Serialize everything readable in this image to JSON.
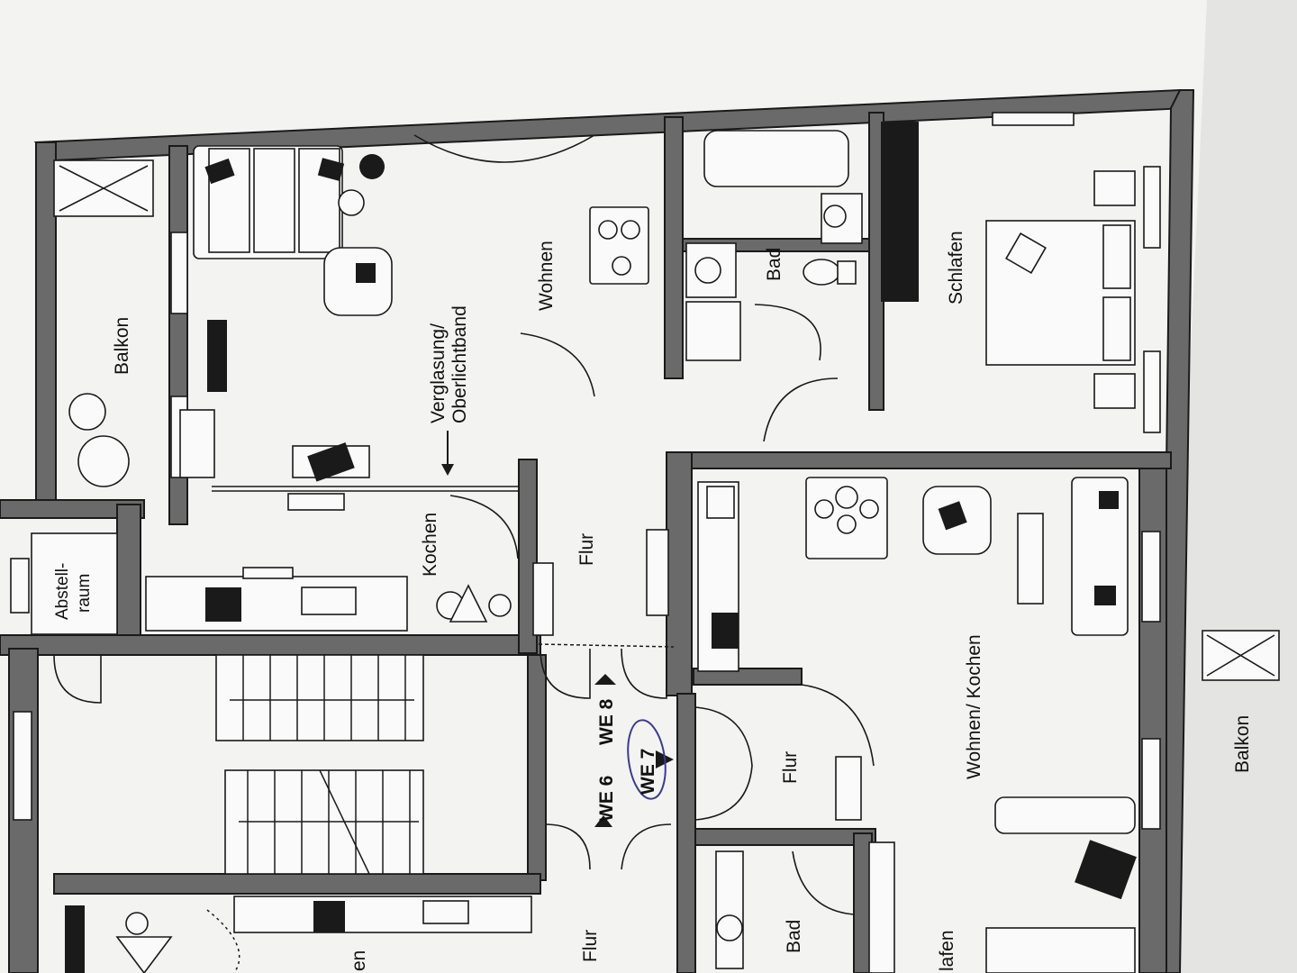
{
  "rooms": {
    "balkon_top": "Balkon",
    "wohnen": "Wohnen",
    "verglasung_line1": "Verglasung/",
    "verglasung_line2": "Oberlichtband",
    "kochen_top": "Kochen",
    "flur_top": "Flur",
    "bad_top": "Bad",
    "schlafen_top": "Schlafen",
    "abstell_line1": "Abstell-",
    "abstell_line2": "raum",
    "wohnen_kochen": "Wohnen/ Kochen",
    "flur_mid": "Flur",
    "balkon_right": "Balkon",
    "flur_bottom": "Flur",
    "bad_bottom": "Bad",
    "schlafen_bottom": "lafen",
    "kochen_bottom": "en"
  },
  "units": {
    "we6": "WE 6",
    "we7": "WE 7",
    "we8": "WE 8"
  },
  "colors": {
    "paper": "#f6f6f4",
    "wall": "#6a6a6a",
    "line": "#1a1a1a",
    "we7_circle": "#3b3b8f"
  }
}
